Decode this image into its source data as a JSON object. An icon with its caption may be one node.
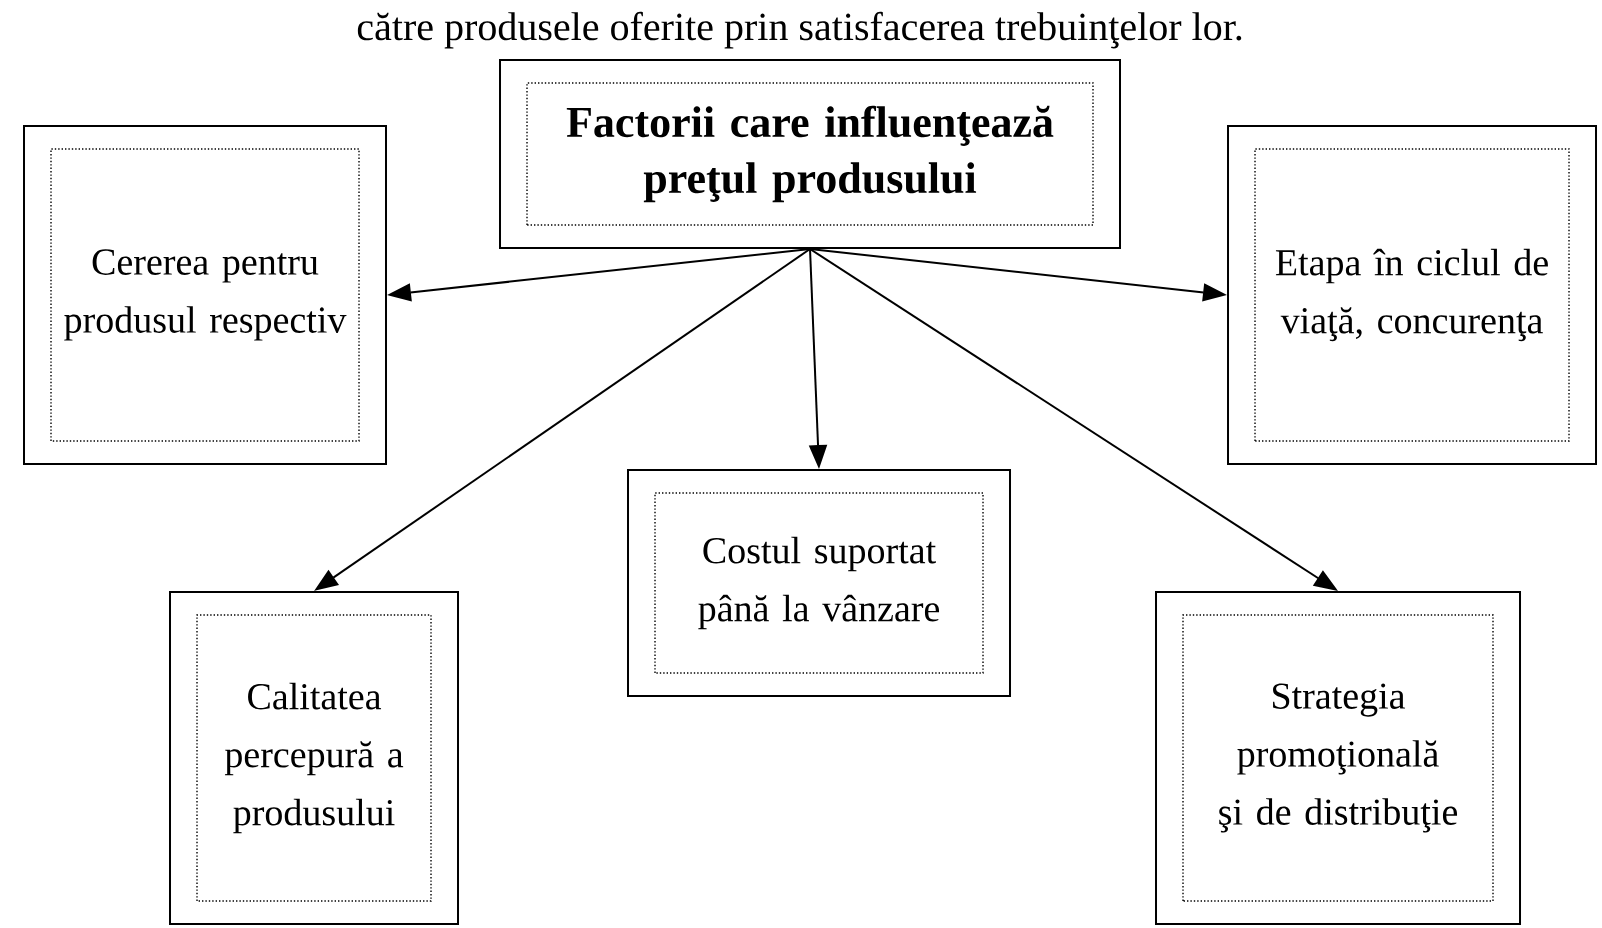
{
  "diagram": {
    "nodes": [
      {
        "text": [
          "Factorii care influenţează preţul produsului"
        ]
      },
      {
        "text": [
          "Cererea pentru produsul respectiv"
        ]
      },
      {
        "text": [
          "Costul suportat până la vânzare"
        ]
      },
      {
        "text": [
          "Etapa în ciclul de viaţă, concurenţa"
        ]
      },
      {
        "text": [
          "Calitatea percepură a produsului"
        ]
      },
      {
        "text": [
          "Strategia promoţională şi de distribuţie"
        ]
      }
    ],
    "edges": [
      {
        "from": 0,
        "to": 1,
        "arrow": "to"
      },
      {
        "from": 0,
        "to": 4,
        "arrow": "to"
      },
      {
        "from": 0,
        "to": 2,
        "arrow": "to"
      },
      {
        "from": 0,
        "to": 5,
        "arrow": "to"
      },
      {
        "from": 0,
        "to": 3,
        "arrow": "to"
      }
    ],
    "labels": [
      "către produsele oferite prin satisfacerea trebuinţelor lor."
    ]
  }
}
